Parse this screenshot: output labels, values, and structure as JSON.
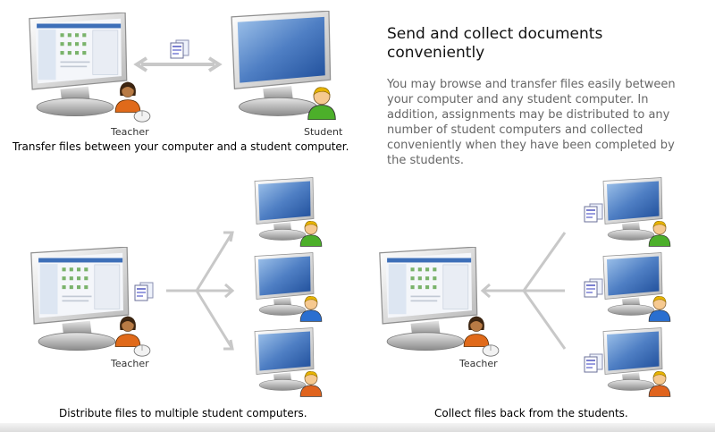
{
  "heading": "Send and collect documents conveniently",
  "paragraph": "You may browse and transfer files easily between your computer and any student computer. In addition, assignments may be distributed to any number of student computers and collected conveniently when they have been completed by the students.",
  "captions": {
    "transfer": "Transfer files between your computer and a student computer.",
    "distribute": "Distribute files to multiple student computers.",
    "collect": "Collect files back from the students."
  },
  "labels": {
    "teacher_1": "Teacher",
    "student_1": "Student",
    "teacher_2": "Teacher",
    "teacher_3": "Teacher"
  },
  "colors": {
    "arrow": "#c8c8c8",
    "student_green": "#4caf2a",
    "student_blue": "#2a6fd0",
    "student_orange": "#e0641e",
    "teacher_orange": "#e06a1a"
  }
}
